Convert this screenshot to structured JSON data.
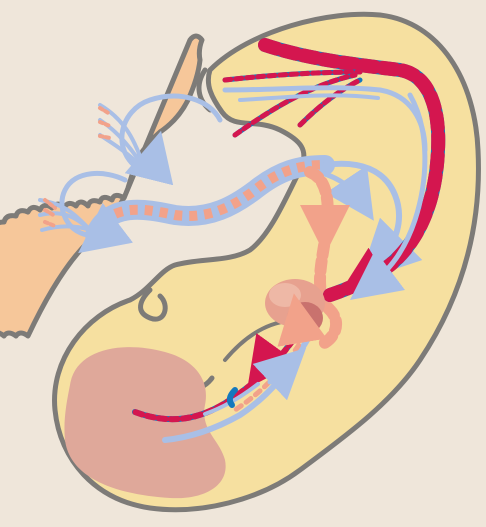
{
  "diagram": {
    "subject": "fetal-circulation",
    "labels": [],
    "colors": {
      "background": "#efe6da",
      "outline": "#7d7b78",
      "fetus_skin": "#f6e0a0",
      "placenta": "#f6c79a",
      "liver": "#dfa89a",
      "heart": "#e7a18f",
      "heart_dark": "#c9726e",
      "oxygenated": "#d4164f",
      "deoxygenated": "#1478bd",
      "mixed_light": "#f2a28a",
      "venous_light": "#a9bfe6"
    },
    "parts": [
      "placenta",
      "umbilical-cord",
      "fetus-body",
      "liver",
      "heart",
      "aorta",
      "vena-cava",
      "umbilical-arteries",
      "umbilical-vein"
    ]
  }
}
